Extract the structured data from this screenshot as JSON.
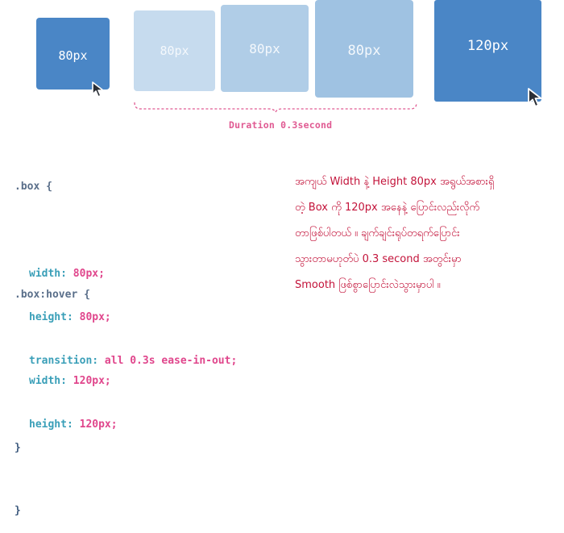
{
  "boxes": [
    {
      "id": "box-1",
      "label": "80px",
      "state": "hover-start"
    },
    {
      "id": "box-2",
      "label": "80px",
      "state": "transition"
    },
    {
      "id": "box-3",
      "label": "80px",
      "state": "transition"
    },
    {
      "id": "box-4",
      "label": "80px",
      "state": "transition"
    },
    {
      "id": "box-5",
      "label": "120px",
      "state": "hover-end"
    }
  ],
  "duration_label": "Duration 0.3second",
  "icons": [
    "cursor-arrow-icon",
    "brace-bracket-icon"
  ],
  "colors": {
    "box_active": "#4a86c6",
    "box_faded": "#c6dbee",
    "accent_pink": "#e05a92",
    "text_red": "#c3133a",
    "code_prop": "#3a9fb8",
    "code_value": "#e0468c",
    "code_selector": "#5a6f8a"
  },
  "code": {
    "rule1": {
      "selector": ".box {",
      "lines": [
        {
          "prop": "width:",
          "value": "80px;"
        },
        {
          "prop": "height:",
          "value": "80px;"
        },
        {
          "prop": "transition:",
          "value": "all 0.3s ease-in-out;"
        }
      ],
      "close": "}"
    },
    "rule2": {
      "selector": ".box:hover {",
      "lines": [
        {
          "prop": "width:",
          "value": "120px;"
        },
        {
          "prop": "height:",
          "value": "120px;"
        }
      ],
      "close": "}"
    }
  },
  "description": [
    "အကျယ် Width နဲ့ Height 80px အရွယ်အစားရှိ",
    "တဲ့ Box ကို 120px အနေနဲ့ ပြောင်းလည်းလိုက်",
    "တာဖြစ်ပါတယ် ။ ချက်ချင်းရုပ်တရက်ပြောင်း",
    "သွားတာမဟုတ်ပဲ 0.3 second အတွင်းမှာ",
    "Smooth ဖြစ်စွာပြောင်းလဲသွားမှာပါ ။"
  ]
}
